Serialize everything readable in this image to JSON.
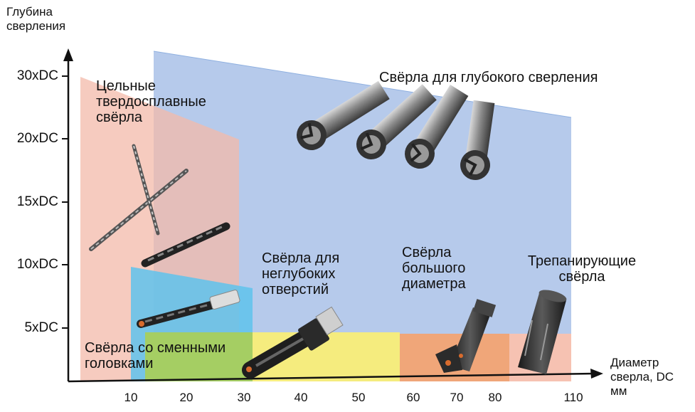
{
  "y_axis": {
    "title": "Глубина\nсверления",
    "ticks": [
      "30xDC",
      "20xDC",
      "15xDC",
      "10xDC",
      "5xDC"
    ]
  },
  "x_axis": {
    "title": "Диаметр\nсверла, DC\nмм",
    "ticks": [
      "10",
      "20",
      "30",
      "40",
      "50",
      "60",
      "70",
      "80",
      "110"
    ]
  },
  "regions": {
    "solid_carbide": {
      "label": "Цельные\nтвердосплавные\nсвёрла",
      "color": "#f3b9a9"
    },
    "deep_hole": {
      "label": "Свёрла для глубокого сверления",
      "color": "#a9c1e8"
    },
    "exchangeable_head": {
      "label": "Свёрла со сменными\nголовками",
      "color": "#5fc3ec"
    },
    "shallow_hole": {
      "label": "Свёрла для\nнеглубоких\nотверстий",
      "color": "#f5ec7e"
    },
    "large_diameter": {
      "label": "Свёрла\nбольшого\nдиаметра",
      "color": "#f0a679"
    },
    "trepanning": {
      "label": "Трепанирующие\nсвёрла",
      "color": "#f6c2b2"
    }
  },
  "icons": [
    "solid-carbide-drill-icon",
    "deep-hole-drill-icon",
    "exchangeable-head-drill-icon",
    "indexable-drill-icon",
    "large-diameter-drill-icon",
    "trepanning-drill-icon"
  ]
}
